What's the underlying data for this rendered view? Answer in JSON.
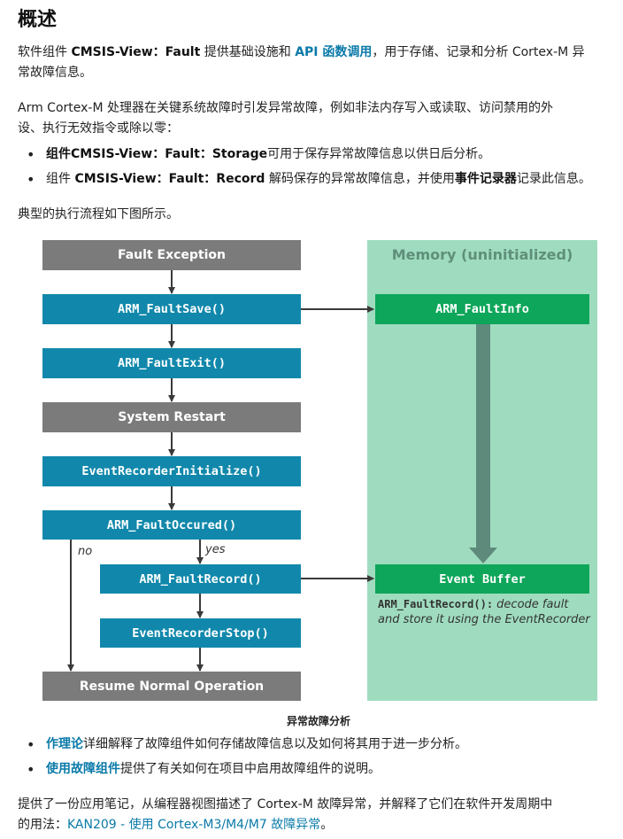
{
  "heading": "概述",
  "intro": {
    "t1": "软件组件 ",
    "b1": "CMSIS-View：Fault",
    "t2": " 提供基础设施和 ",
    "link": "API 函数调用",
    "t3": "，用于存储、记录和分析 Cortex-M 异",
    "line2": "常故障信息。"
  },
  "para2": {
    "line1": "Arm Cortex-M 处理器在关键系统故障时引发异常故障，例如非法内存写入或读取、访问禁用的外",
    "line2": "设、执行无效指令或除以零："
  },
  "bullets1": [
    {
      "b1": "组件CMSIS-View：Fault：Storage",
      "t1": "可用于保存异常故障信息以供日后分析。"
    },
    {
      "t0": "组件 ",
      "b1": "CMSIS-View：Fault：Record",
      "t1": " 解码保存的异常故障信息，并使用",
      "b2": "事件记录器",
      "t2": "记录此信息。"
    }
  ],
  "flow_intro": "典型的执行流程如下图所示。",
  "diagram": {
    "memory_title": "Memory (uninitialized)",
    "boxes": {
      "fault_exception": "Fault Exception",
      "fault_save": "ARM_FaultSave()",
      "fault_exit": "ARM_FaultExit()",
      "system_restart": "System Restart",
      "event_recorder_init": "EventRecorderInitialize()",
      "fault_occured": "ARM_FaultOccured()",
      "fault_record": "ARM_FaultRecord()",
      "event_recorder_stop": "EventRecorderStop()",
      "resume": "Resume Normal Operation",
      "fault_info": "ARM_FaultInfo",
      "event_buffer": "Event Buffer"
    },
    "labels": {
      "no": "no",
      "yes": "yes"
    },
    "note": {
      "code": "ARM_FaultRecord():",
      "text1": " decode fault",
      "text2": "and store it using the EventRecorder"
    },
    "colors": {
      "gray": "#7b7b7b",
      "teal": "#1188ab",
      "green": "#0ea65a",
      "memory_bg": "#9fdcbf",
      "arrow": "#3a3a3a",
      "big_arrow": "#5e8a7c"
    }
  },
  "caption": "异常故障分析",
  "bullets2": [
    {
      "link": "作理论",
      "t1": "详细解释了故障组件如何存储故障信息以及如何将其用于进一步分析。"
    },
    {
      "link": "使用故障组件",
      "t1": "提供了有关如何在项目中启用故障组件的说明。"
    }
  ],
  "closing": {
    "line1": "提供了一份应用笔记，从编程器视图描述了 Cortex-M 故障异常，并解释了它们在软件开发周期中",
    "t1": "的用法：",
    "link": "KAN209 - 使用 Cortex-M3/M4/M7 故障异常",
    "t2": "。"
  }
}
